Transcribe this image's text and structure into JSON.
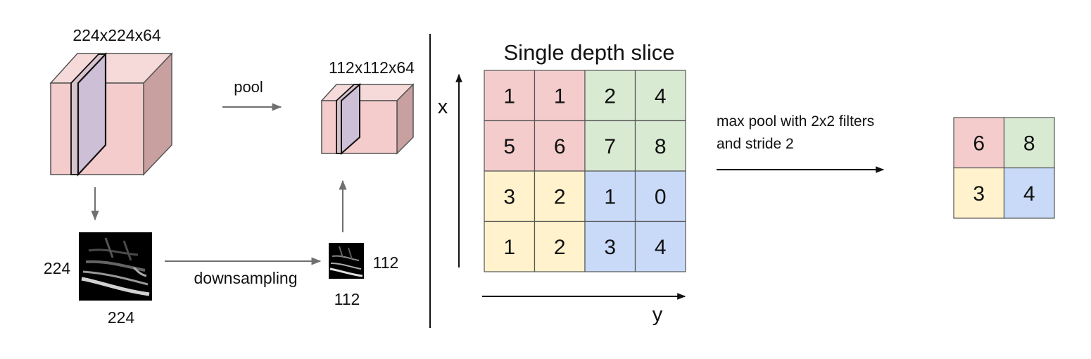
{
  "left_panel": {
    "input_volume_label": "224x224x64",
    "pool_label": "pool",
    "output_volume_label": "112x112x64",
    "input_slice_height_label": "224",
    "input_slice_width_label": "224",
    "downsampling_label": "downsampling",
    "output_slice_right_label": "112",
    "output_slice_bottom_label": "112"
  },
  "right_panel": {
    "title": "Single depth slice",
    "x_axis_label": "x",
    "y_axis_label": "y",
    "grid": [
      [
        "1",
        "1",
        "2",
        "4"
      ],
      [
        "5",
        "6",
        "7",
        "8"
      ],
      [
        "3",
        "2",
        "1",
        "0"
      ],
      [
        "1",
        "2",
        "3",
        "4"
      ]
    ],
    "operation_line1": "max pool with 2x2 filters",
    "operation_line2": "and stride 2",
    "result": [
      [
        "6",
        "8"
      ],
      [
        "3",
        "4"
      ]
    ]
  },
  "colors": {
    "red_quadrant": "#f4cccc",
    "green_quadrant": "#d9ead3",
    "yellow_quadrant": "#fff2cc",
    "blue_quadrant": "#c9daf8",
    "cube_front": "#f4cccc",
    "cube_top": "#f6dada",
    "cube_side": "#c9a0a0",
    "slice_fill": "#cfc0d8",
    "arrow_gray": "#707070"
  }
}
